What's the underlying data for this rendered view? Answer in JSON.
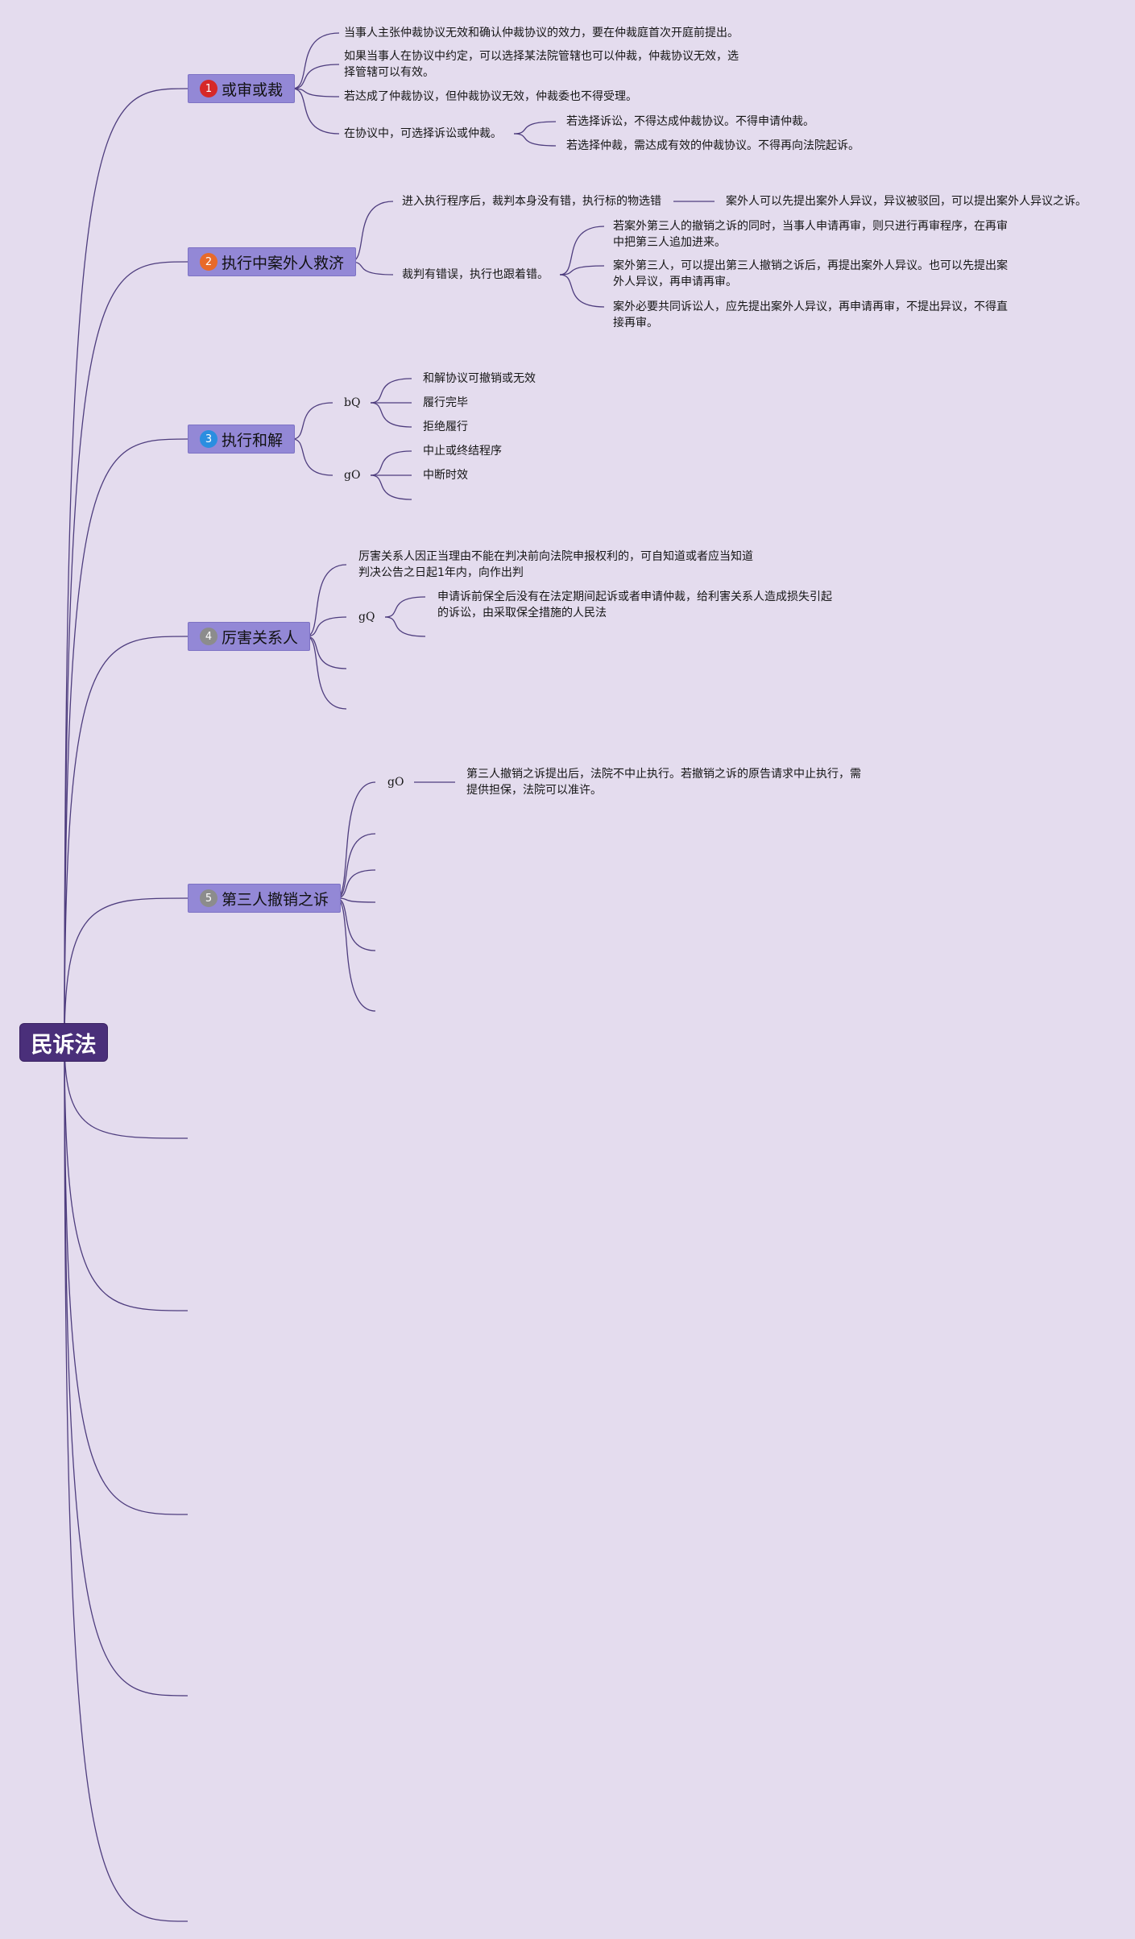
{
  "root": {
    "label": "民诉法"
  },
  "colors": {
    "background": "#e4dcee",
    "root_fill": "#4a2f7a",
    "branch_fill": "#9388d6",
    "line": "#4e3d7e"
  },
  "branches": [
    {
      "label": "或审或裁",
      "badge": {
        "text": "1",
        "color": "#d62828"
      },
      "children": [
        {
          "text": "当事人主张仲裁协议无效和确认仲裁协议的效力，要在仲裁庭首次开庭前提出。"
        },
        {
          "text": "如果当事人在协议中约定，可以选择某法院管辖也可以仲裁，仲裁协议无效，选择管辖可以有效。"
        },
        {
          "text": "若达成了仲裁协议，但仲裁协议无效，仲裁委也不得受理。"
        },
        {
          "text": "在协议中，可选择诉讼或仲裁。",
          "children": [
            {
              "text": "若选择诉讼，不得达成仲裁协议。不得申请仲裁。"
            },
            {
              "text": "若选择仲裁，需达成有效的仲裁协议。不得再向法院起诉。"
            }
          ]
        }
      ]
    },
    {
      "label": "执行中案外人救济",
      "badge": {
        "text": "2",
        "color": "#e86a2a"
      },
      "children": [
        {
          "text": "进入执行程序后，裁判本身没有错，执行标的物选错",
          "children": [
            {
              "text": "案外人可以先提出案外人异议，异议被驳回，可以提出案外人异议之诉。"
            }
          ]
        },
        {
          "text": "裁判有错误，执行也跟着错。",
          "children": [
            {
              "text": "若案外第三人的撤销之诉的同时，当事人申请再审，则只进行再审程序，在再审中把第三人追加进来。"
            },
            {
              "text": "案外第三人，可以提出第三人撤销之诉后，再提出案外人异议。也可以先提出案外人异议，再申请再审。"
            },
            {
              "text": "案外必要共同诉讼人，应先提出案外人异议，再申请再审，不提出异议，不得直接再审。"
            }
          ]
        }
      ]
    },
    {
      "label": "执行和解",
      "badge": {
        "text": "3",
        "color": "#2a8ee0"
      },
      "children": [
        {
          "text": "bQ",
          "children": [
            {
              "text": "和解协议可撤销或无效"
            },
            {
              "text": "履行完毕"
            },
            {
              "text": "拒绝履行"
            }
          ]
        },
        {
          "text": "gO",
          "children": [
            {
              "text": "中止或终结程序"
            },
            {
              "text": "中断时效"
            },
            {
              "text": ""
            }
          ]
        }
      ]
    },
    {
      "label": "厉害关系人",
      "badge": {
        "text": "4",
        "color": "#8c8c8c"
      },
      "children": [
        {
          "text": "厉害关系人因正当理由不能在判决前向法院申报权利的，可自知道或者应当知道判决公告之日起1年内，向作出判"
        },
        {
          "text": "gQ",
          "children": [
            {
              "text": "申请诉前保全后没有在法定期间起诉或者申请仲裁，给利害关系人造成损失引起的诉讼，由采取保全措施的人民法"
            },
            {
              "text": ""
            }
          ]
        },
        {
          "text": ""
        },
        {
          "text": ""
        }
      ]
    },
    {
      "label": "第三人撤销之诉",
      "badge": {
        "text": "5",
        "color": "#8c8c8c"
      },
      "children": [
        {
          "text": "gO",
          "children": [
            {
              "text": "第三人撤销之诉提出后，法院不中止执行。若撤销之诉的原告请求中止执行，需提供担保，法院可以准许。"
            }
          ]
        },
        {
          "text": ""
        },
        {
          "text": ""
        },
        {
          "text": ""
        },
        {
          "text": ""
        },
        {
          "text": ""
        },
        {
          "text": ""
        }
      ]
    },
    {
      "label": "",
      "children": []
    },
    {
      "label": "",
      "children": []
    },
    {
      "label": "",
      "children": []
    },
    {
      "label": "",
      "children": []
    },
    {
      "label": "",
      "children": []
    }
  ]
}
